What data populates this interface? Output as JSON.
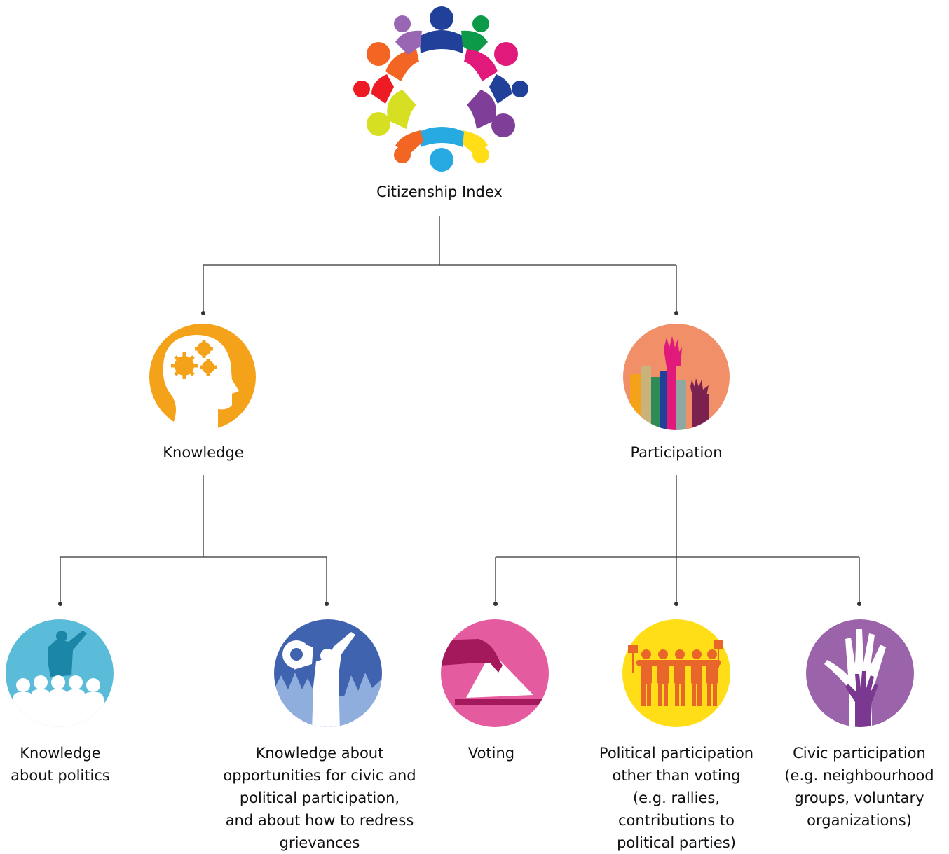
{
  "root": {
    "label": "Citizenship Index",
    "icon": "people-circle-icon"
  },
  "branches": [
    {
      "label": "Knowledge",
      "icon": "head-gears-icon",
      "color": "#F5A21B",
      "children": [
        {
          "lines": [
            "Knowledge",
            "about politics"
          ],
          "icon": "speaker-crowd-icon",
          "color": "#5BBCD9"
        },
        {
          "lines": [
            "Knowledge about",
            "opportunities for civic and",
            "political participation,",
            "and about how to redress",
            "grievances"
          ],
          "icon": "megaphone-crowd-icon",
          "color": "#3F63AF"
        }
      ]
    },
    {
      "label": "Participation",
      "icon": "raised-hands-icon",
      "color": "#F08F68",
      "children": [
        {
          "lines": [
            "Voting"
          ],
          "icon": "ballot-box-icon",
          "color": "#E55B9F"
        },
        {
          "lines": [
            "Political participation",
            "other than voting",
            "(e.g. rallies,",
            "contributions to",
            "political parties)"
          ],
          "icon": "rally-people-icon",
          "color": "#FFDE17"
        },
        {
          "lines": [
            "Civic participation",
            "(e.g. neighbourhood",
            "groups, voluntary",
            "organizations)"
          ],
          "icon": "hands-icon",
          "color": "#9B63A9"
        }
      ]
    }
  ]
}
